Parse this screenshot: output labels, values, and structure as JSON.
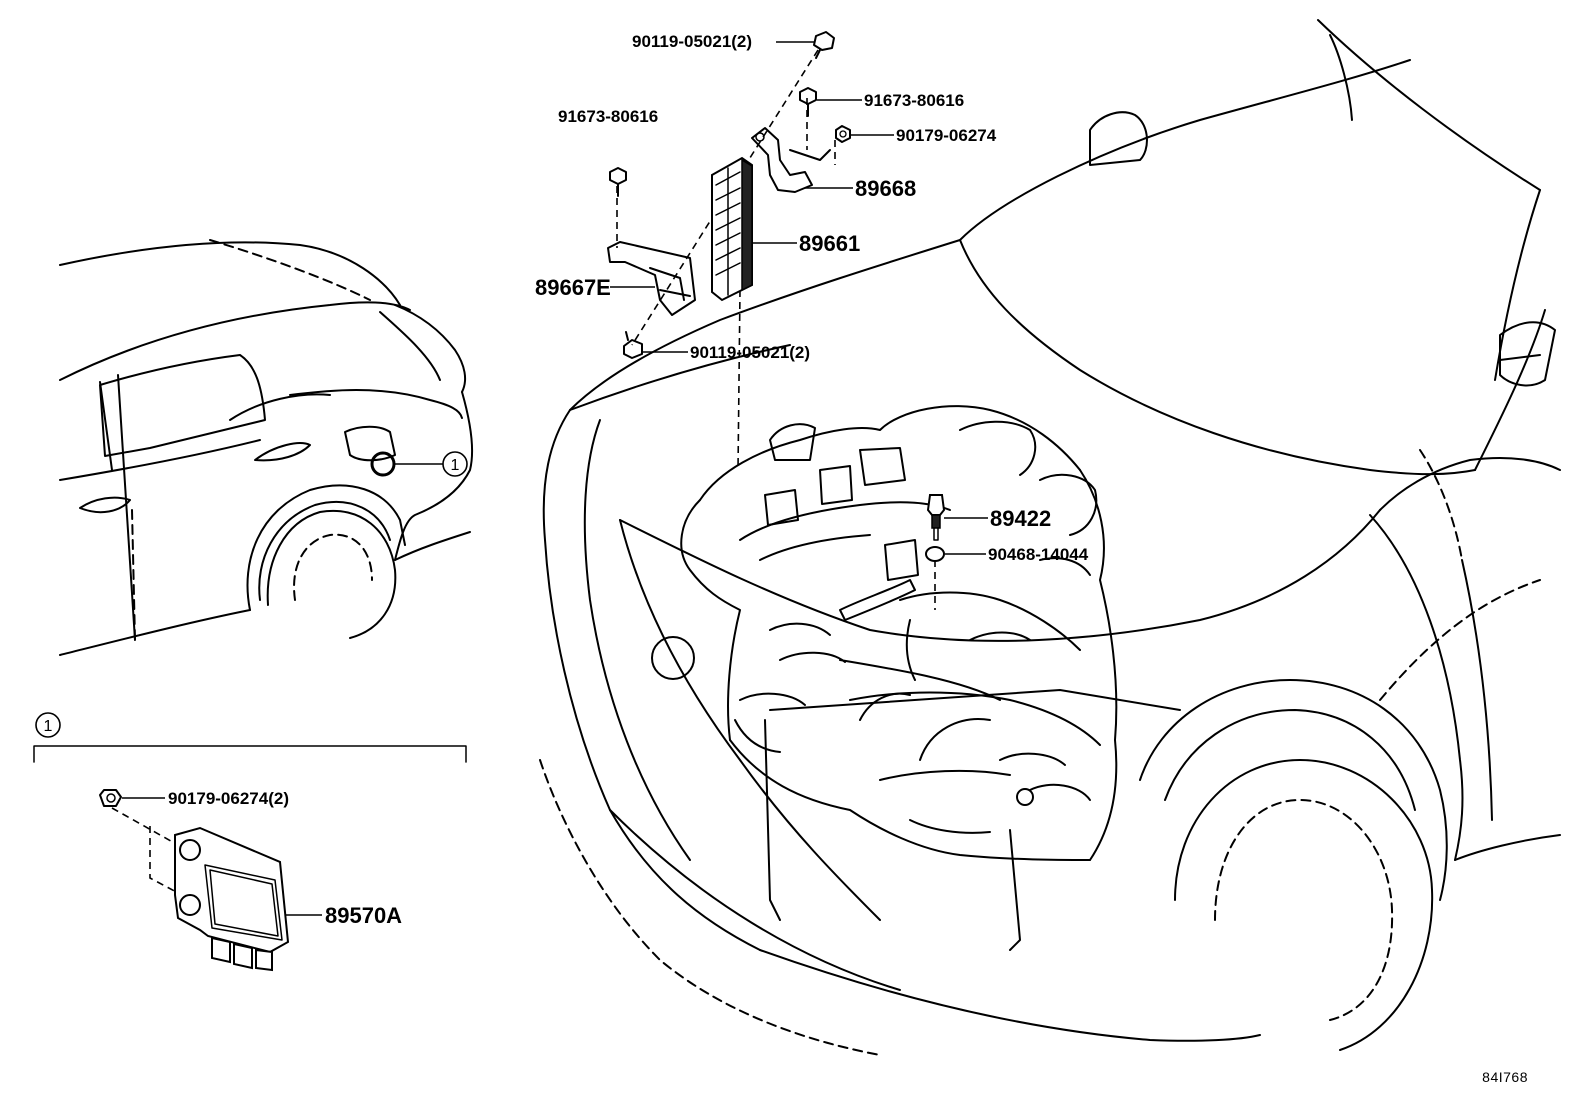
{
  "callout_number": "1",
  "parts": [
    {
      "id": "p1",
      "label": "90119-05021(2)"
    },
    {
      "id": "p2",
      "label": "91673-80616"
    },
    {
      "id": "p3",
      "label": "91673-80616"
    },
    {
      "id": "p4",
      "label": "90179-06274"
    },
    {
      "id": "p5",
      "label": "89668"
    },
    {
      "id": "p6",
      "label": "89661"
    },
    {
      "id": "p7",
      "label": "89667E"
    },
    {
      "id": "p8",
      "label": "90119-05021(2)"
    },
    {
      "id": "p9",
      "label": "89422"
    },
    {
      "id": "p10",
      "label": "90468-14044"
    },
    {
      "id": "p11",
      "label": "90179-06274(2)"
    },
    {
      "id": "p12",
      "label": "89570A"
    }
  ],
  "reference_code": "84I768"
}
